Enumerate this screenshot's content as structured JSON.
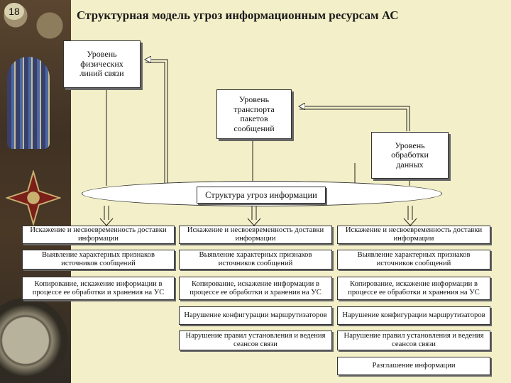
{
  "slide_number": "18",
  "title": "Структурная модель угроз информационным ресурсам АС",
  "levels": {
    "physical": "Уровень\nфизических\nлиний связи",
    "transport": "Уровень\nтранспорта\nпакетов\nсообщений",
    "processing": "Уровень\nобработки\nданных"
  },
  "structure_label": "Структура угроз информации",
  "columns": [
    {
      "threats": [
        "Искажение и несвоевременность доставки информации",
        "Выявление характерных признаков источников сообщений",
        "Копирование, искажение информации в процессе ее обработки и хранения на УС"
      ]
    },
    {
      "threats": [
        "Искажение и несвоевременность доставки информации",
        "Выявление характерных признаков источников сообщений",
        "Копирование, искажение информации в процессе ее обработки и хранения на УС",
        "Нарушение конфигурации маршрутизаторов",
        "Нарушение правил установления и ведения сеансов связи"
      ]
    },
    {
      "threats": [
        "Искажение и несвоевременность доставки информации",
        "Выявление характерных признаков источников сообщений",
        "Копирование, искажение информации в процессе ее обработки и хранения на УС",
        "Нарушение конфигурации маршрутизаторов",
        "Нарушение правил установления и ведения сеансов связи",
        "Разглашение информации"
      ]
    }
  ]
}
